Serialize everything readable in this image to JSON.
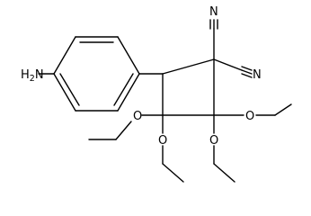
{
  "molecule": {
    "labels": {
      "amine_h": "H",
      "amine_sub": "2",
      "amine_n": "N",
      "nitrile_1_n": "N",
      "nitrile_2_n": "N",
      "oxygen_1": "O",
      "oxygen_2": "O",
      "oxygen_3": "O",
      "oxygen_4": "O"
    },
    "colors": {
      "bond": "#000000",
      "label": "#000000",
      "background": "#ffffff"
    }
  }
}
